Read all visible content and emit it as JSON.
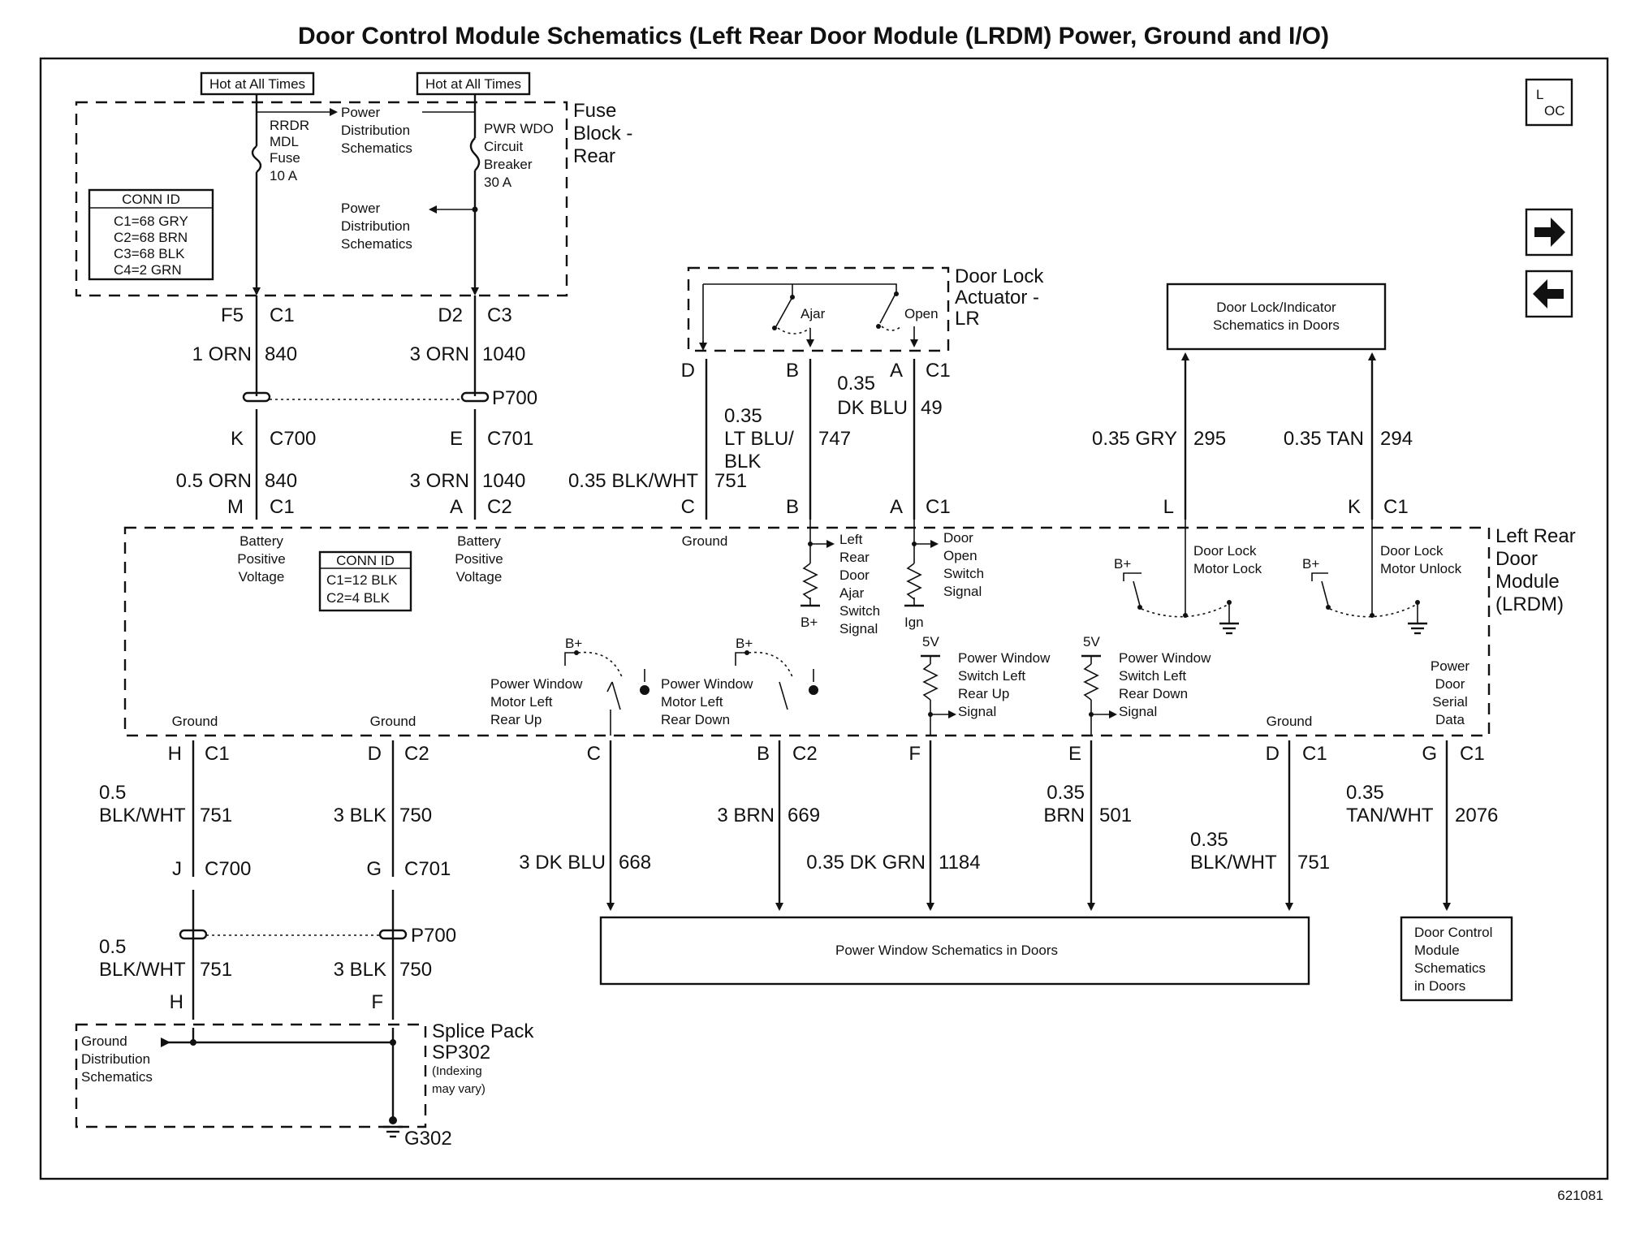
{
  "title": "Door Control Module Schematics (Left Rear Door Module (LRDM) Power, Ground and I/O)",
  "figure_number": "621081",
  "icons": {
    "location": "loc-icon",
    "next": "arrow-right-icon",
    "prev": "arrow-left-icon"
  },
  "loc_label": {
    "main": "L",
    "sub": "OC"
  },
  "fuse_block": {
    "label": [
      "Fuse",
      "Block -",
      "Rear"
    ],
    "hot1": "Hot at All Times",
    "hot2": "Hot at All Times",
    "fuse": [
      "RRDR",
      "MDL",
      "Fuse",
      "10 A"
    ],
    "breaker": [
      "PWR WDO",
      "Circuit",
      "Breaker",
      "30 A"
    ],
    "power_dist_1": [
      "Power",
      "Distribution",
      "Schematics"
    ],
    "power_dist_2": [
      "Power",
      "Distribution",
      "Schematics"
    ],
    "conn_id": {
      "title": "CONN ID",
      "rows": [
        "C1=68 GRY",
        "C2=68 BRN",
        "C3=68 BLK",
        "C4=2 GRN"
      ]
    }
  },
  "upper_left": {
    "pin_f5": "F5",
    "c1": "C1",
    "pin_d2": "D2",
    "c3": "C3",
    "w1_color": "1 ORN",
    "w1_num": "840",
    "w2_color": "3 ORN",
    "w2_num": "1040",
    "p700": "P700",
    "k": "K",
    "c700": "C700",
    "e": "E",
    "c701": "C701",
    "w3_color": "0.5 ORN",
    "w3_num": "840",
    "w4_color": "3 ORN",
    "w4_num": "1040",
    "m": "M",
    "m_c1": "C1",
    "a": "A",
    "a_c2": "C2"
  },
  "door_lock_actuator": {
    "label": [
      "Door Lock",
      "Actuator -",
      "LR"
    ],
    "ajar": "Ajar",
    "open": "Open",
    "d": "D",
    "b": "B",
    "a": "A",
    "c1": "C1",
    "w_dkblu_gauge": "0.35",
    "w_dkblu_color": "DK BLU",
    "w_dkblu_num": "49",
    "w_ltblu": [
      "0.35",
      "LT BLU/",
      "BLK"
    ],
    "w_ltblu_num": "747",
    "w_blkwht": "0.35 BLK/WHT",
    "w_blkwht_num": "751",
    "c": "C",
    "b2": "B",
    "a2": "A",
    "c1b": "C1"
  },
  "door_lock_indicator": {
    "box": [
      "Door Lock/Indicator",
      "Schematics in Doors"
    ],
    "w_gry": "0.35 GRY",
    "w_gry_num": "295",
    "w_tan": "0.35 TAN",
    "w_tan_num": "294",
    "l": "L",
    "k": "K",
    "c1": "C1"
  },
  "module": {
    "label": [
      "Left Rear",
      "Door",
      "Module",
      "(LRDM)"
    ],
    "batt1": [
      "Battery",
      "Positive",
      "Voltage"
    ],
    "batt2": [
      "Battery",
      "Positive",
      "Voltage"
    ],
    "ground_top": "Ground",
    "conn_id": {
      "title": "CONN ID",
      "rows": [
        "C1=12 BLK",
        "C2=4 BLK"
      ]
    },
    "ajar_sig": [
      "Left",
      "Rear",
      "Door",
      "Ajar",
      "Switch",
      "Signal"
    ],
    "open_sig": [
      "Door",
      "Open",
      "Switch",
      "Signal"
    ],
    "bplus": "B+",
    "ign": "Ign",
    "lock_motor": [
      "Door Lock",
      "Motor Lock"
    ],
    "unlock_motor": [
      "Door Lock",
      "Motor Unlock"
    ],
    "pw_up": [
      "Power Window",
      "Motor Left",
      "Rear Up"
    ],
    "pw_down": [
      "Power Window",
      "Motor Left",
      "Rear Down"
    ],
    "sw_up": [
      "Power Window",
      "Switch Left",
      "Rear Up",
      "Signal"
    ],
    "sw_down": [
      "Power Window",
      "Switch Left",
      "Rear Down",
      "Signal"
    ],
    "five_v": "5V",
    "serial": [
      "Power",
      "Door",
      "Serial",
      "Data"
    ],
    "ground_l1": "Ground",
    "ground_l2": "Ground",
    "ground_r": "Ground"
  },
  "bottom": {
    "h": "H",
    "h_c1": "C1",
    "d": "D",
    "d_c2": "C2",
    "w5": [
      "0.5",
      "BLK/WHT"
    ],
    "w5_num": "751",
    "w6": "3 BLK",
    "w6_num": "750",
    "j": "J",
    "c700": "C700",
    "g": "G",
    "c701": "C701",
    "p700": "P700",
    "w7": [
      "0.5",
      "BLK/WHT"
    ],
    "w7_num": "751",
    "w8": "3 BLK",
    "w8_num": "750",
    "h2": "H",
    "f2": "F",
    "splice": [
      "Splice Pack",
      "SP302"
    ],
    "splice_note": [
      "(Indexing",
      "may vary)"
    ],
    "ground_dist": [
      "Ground",
      "Distribution",
      "Schematics"
    ],
    "g302": "G302",
    "c": "C",
    "b": "B",
    "b_c2": "C2",
    "f": "F",
    "e": "E",
    "dd": "D",
    "dd_c1": "C1",
    "gg": "G",
    "gg_c1": "C1",
    "w_668": "3 DK BLU",
    "w_668_num": "668",
    "w_669": "3 BRN",
    "w_669_num": "669",
    "w_1184": "0.35 DK GRN",
    "w_1184_num": "1184",
    "w_501": [
      "0.35",
      "BRN"
    ],
    "w_501_num": "501",
    "w_751": [
      "0.35",
      "BLK/WHT"
    ],
    "w_751_num": "751",
    "w_2076": [
      "0.35",
      "TAN/WHT"
    ],
    "w_2076_num": "2076",
    "pw_box": "Power Window Schematics in Doors",
    "dcm_box": [
      "Door Control",
      "Module",
      "Schematics",
      "in Doors"
    ]
  }
}
